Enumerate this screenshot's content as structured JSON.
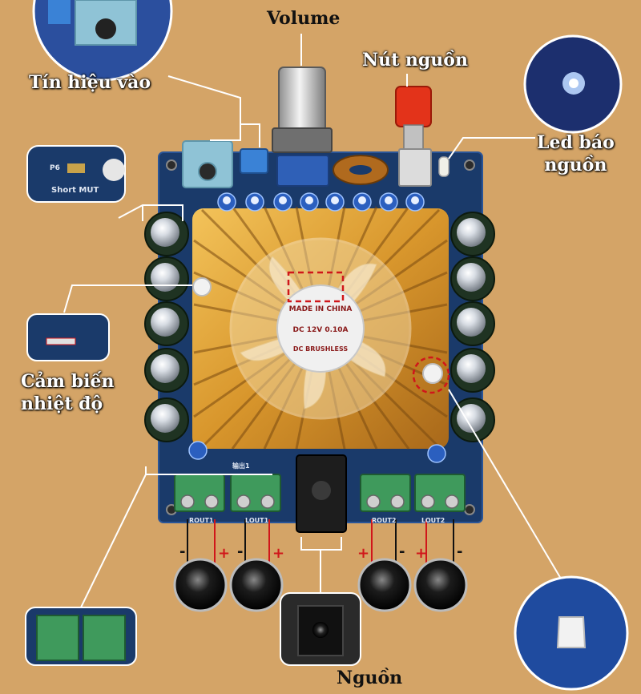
{
  "labels": {
    "volume": "Volume",
    "power_button": "Nút nguồn",
    "input_signal": "Tín hiệu vào",
    "power_led_line1": "Led báo",
    "power_led_line2": "nguồn",
    "temp_sensor_line1": "Cảm biến",
    "temp_sensor_line2": "nhiệt độ",
    "power": "Nguồn"
  },
  "silkscreen": {
    "rout1": "ROUT1",
    "lout1": "LOUT1",
    "rout2": "ROUT2",
    "lout2": "LOUT2",
    "output_title": "输出1",
    "short_mute": "Short  MUT",
    "p6": "P6"
  },
  "polarity": {
    "minus": "-",
    "plus": "+"
  },
  "fan": {
    "brand": "MADE IN CHINA",
    "spec": "DC 12V 0.10A",
    "type": "DC BRUSHLESS"
  },
  "colors": {
    "background": "#d4a467",
    "pcb": "#1a3a6a",
    "heatsink": "#e0a43a",
    "terminal": "#3f9a5c",
    "callout_line": "#ffffff",
    "highlight": "#d0161a"
  }
}
